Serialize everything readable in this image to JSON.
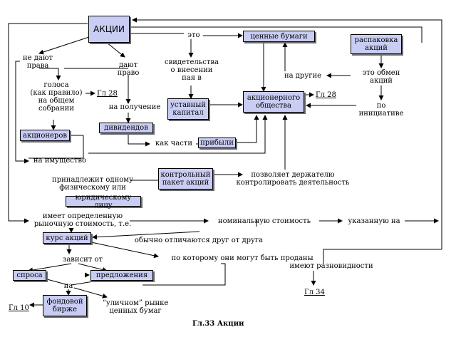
{
  "boxes": {
    "akcii": "АКЦИИ",
    "cennye_bumagi": "ценные бумаги",
    "raspakovka": "распаковка\nакций",
    "akcionernogo": "акционерного\nобщества",
    "ustavnoi": "уставный\nкапитал",
    "akcionerov": "акционеров",
    "dividendov": "дивидендов",
    "pribyli": "прибыли",
    "kontrolnyi": "контрольный\nпакет акций",
    "yuridicheskomu": "юридическому лицу",
    "kurs": "курс акций",
    "sprosa": "спроса",
    "predlozheniya": "предложения",
    "fondovoi": "фондовой\nбирже"
  },
  "labels": {
    "ne_dayut": "не дают\nправа",
    "dayut": "дают\nправо",
    "eto": "это",
    "svidetelstva": "свидетельства\nо внесении\nпая в",
    "golosa": "голоса\n(как правило)\nна общем\nсобрании",
    "na_poluchenie": "на получение",
    "na_drugie": "на другие",
    "eto_obmen": "это обмен\nакций",
    "po_iniciative": "по\nинициативе",
    "kak_chasti": "как части",
    "na_imuschestvo": "на имущество",
    "prinadlezhit": "принадлежит одному\nфизическому или",
    "pozvolyaet": "позволяет держателю\nконтролировать деятельность",
    "imeet": "имеет определенную\nрыночную стоимость, т.е.",
    "nominalnuyu": "номинальную стоимость",
    "ukazannuyu": "указанную на",
    "otlichayutsya": "обычно отличаются друг от друга",
    "zavisit": "зависит от",
    "po_kotoromu": "по которому они могут быть проданы",
    "imeyut": "имеют разновидности",
    "na": "на",
    "ulichnom": "“уличном” рынке\nценных бумаг"
  },
  "refs": {
    "gl28a": "Гл 28",
    "gl28b": "Гл 28",
    "gl34": "Гл 34",
    "gl10": "Гл 10"
  },
  "caption": "Гл.33  Акции"
}
